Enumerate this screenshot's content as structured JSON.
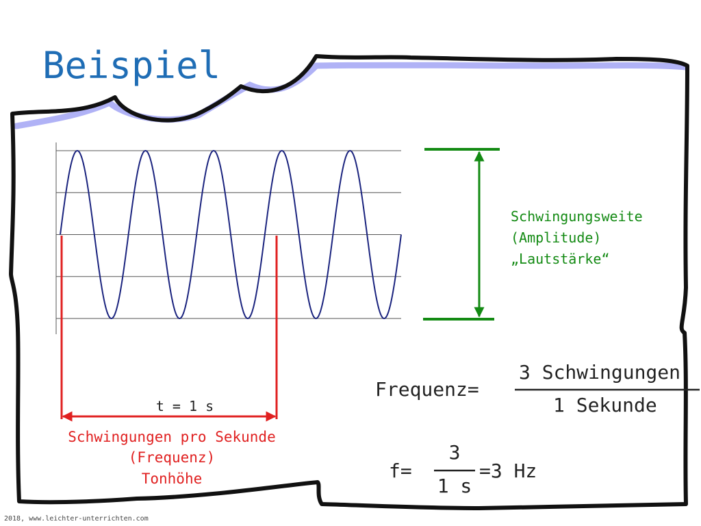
{
  "slide": {
    "title": "Beispiel",
    "footer": "2018, www.leichter-unterrichten.com"
  },
  "colors": {
    "title": "#1f6db5",
    "wave": "#1a237e",
    "grid": "#555555",
    "frequency": "#e02020",
    "amplitude": "#138a13",
    "text": "#222222",
    "frame": "#111111",
    "frame_shadow": "#7b7ff0"
  },
  "chart_data": {
    "type": "line",
    "function": "sine",
    "cycles": 5,
    "start_phase": "zero-crossing rising",
    "gridlines": 5,
    "axis": "left",
    "tick_labels": false
  },
  "amplitude_annotation": {
    "lines": [
      "Schwingungsweite",
      "(Amplitude)",
      "„Lautstärke“"
    ]
  },
  "period_annotation": {
    "time_label": "t = 1 s",
    "cycles_marked": 3,
    "lines": [
      "Schwingungen pro Sekunde",
      "(Frequenz)",
      "Tonhöhe"
    ]
  },
  "formula_words": {
    "lhs": "Frequenz=",
    "numerator": "3 Schwingungen",
    "denominator": "1 Sekunde"
  },
  "formula_units": {
    "lhs": "f=",
    "numerator": "3",
    "denominator": "1 s",
    "result": "=3 Hz"
  }
}
